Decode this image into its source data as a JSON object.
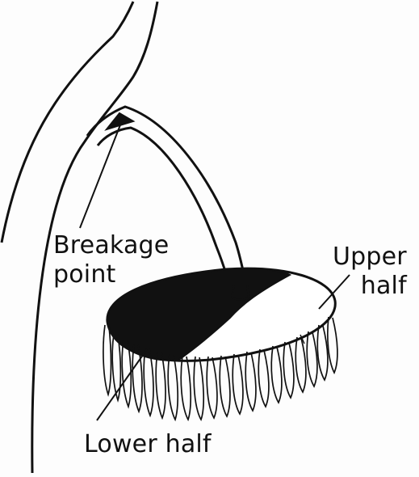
{
  "diagram": {
    "labels": {
      "breakage_line1": "Breakage",
      "breakage_line2": "point",
      "upper_line1": "Upper",
      "upper_line2": "half",
      "lower_line1": "Lower half"
    },
    "colors": {
      "ink": "#111111",
      "paper": "#fdfdfd"
    }
  }
}
